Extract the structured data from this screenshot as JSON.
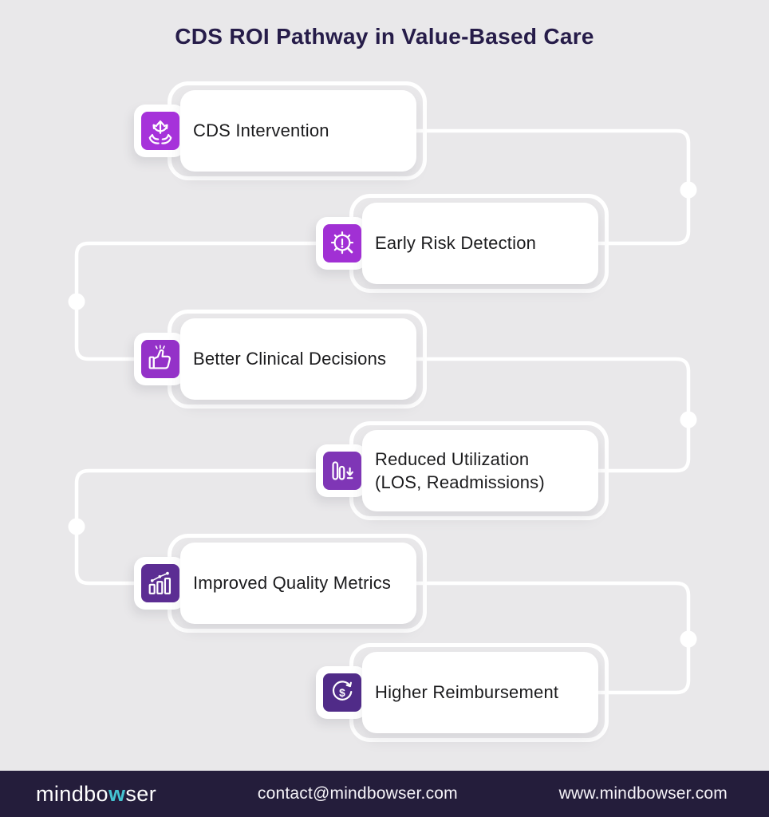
{
  "title": "CDS ROI Pathway in Value-Based Care",
  "steps": [
    {
      "label": "CDS Intervention",
      "icon": "hands-growth-icon",
      "icon_color": "#A632DA",
      "side": "left"
    },
    {
      "label": "Early Risk Detection",
      "icon": "gear-alert-icon",
      "icon_color": "#A130D4",
      "side": "right"
    },
    {
      "label": "Better Clinical Decisions",
      "icon": "thumbs-up-icon",
      "icon_color": "#9431C8",
      "side": "left"
    },
    {
      "label": "Reduced Utilization\n(LOS, Readmissions)",
      "icon": "bar-chart-decrease-icon",
      "icon_color": "#7F36B6",
      "side": "right"
    },
    {
      "label": "Improved Quality Metrics",
      "icon": "quality-metrics-icon",
      "icon_color": "#5C2D93",
      "side": "left"
    },
    {
      "label": "Higher Reimbursement",
      "icon": "dollar-refresh-icon",
      "icon_color": "#502B88",
      "side": "right"
    }
  ],
  "footer": {
    "logo_prefix": "mindbo",
    "logo_highlight": "w",
    "logo_suffix": "ser",
    "email": "contact@mindbowser.com",
    "website": "www.mindbowser.com"
  },
  "colors": {
    "background": "#E9E8EA",
    "box_fill": "#FFFFFF",
    "connector": "#FFFFFF",
    "title_text": "#261C49",
    "label_text": "#1B1B1D",
    "footer_background": "#241D3B",
    "logo_teal": "#45C3D1"
  }
}
